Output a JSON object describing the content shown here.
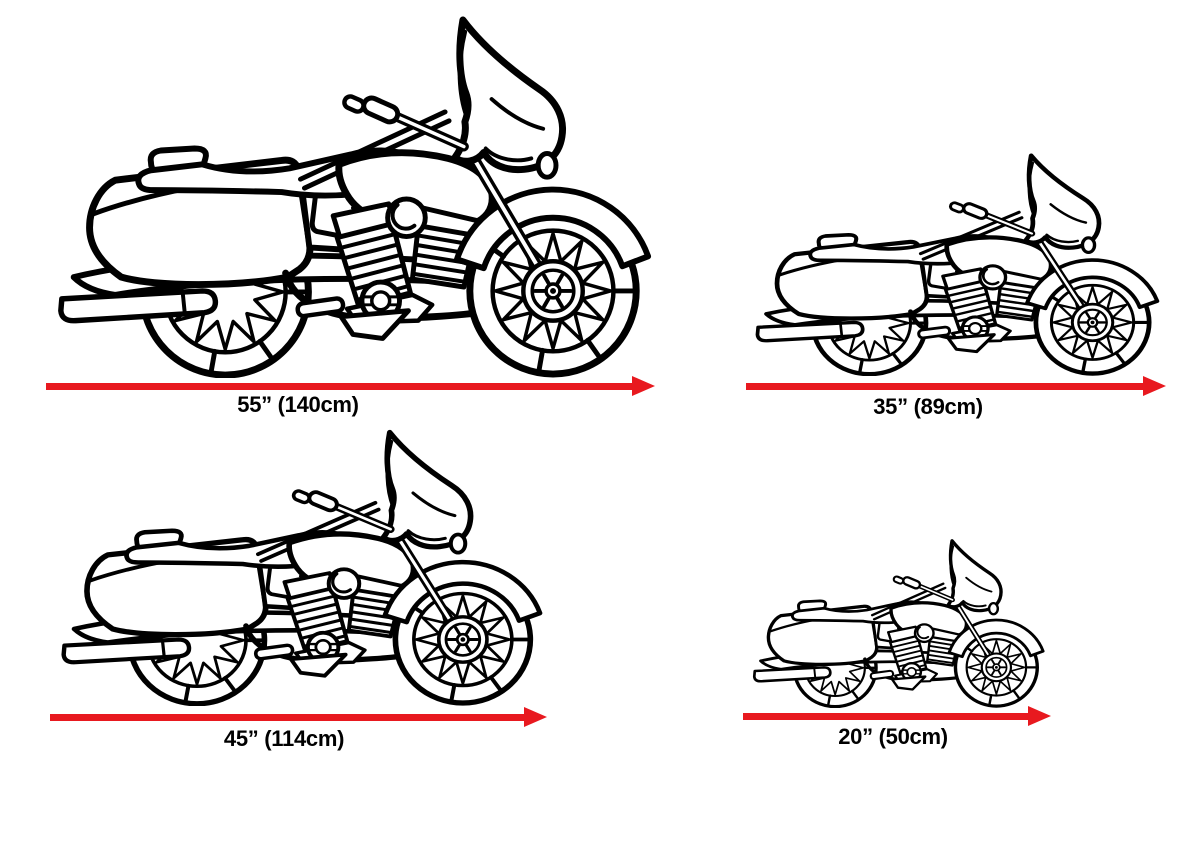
{
  "diagram": {
    "kind": "motorcycle-size-comparison",
    "illustration_icon": "motorcycle-line-art-icon",
    "background": "#ffffff"
  },
  "colors": {
    "arrow_red": "#e8191f",
    "line_ink": "#000000"
  },
  "measurements": [
    {
      "position": "top-left",
      "label": "55” (140cm)",
      "inches": 55,
      "cm": 140
    },
    {
      "position": "top-right",
      "label": "35” (89cm)",
      "inches": 35,
      "cm": 89
    },
    {
      "position": "bottom-left",
      "label": "45” (114cm)",
      "inches": 45,
      "cm": 114
    },
    {
      "position": "bottom-right",
      "label": "20” (50cm)",
      "inches": 20,
      "cm": 50
    }
  ]
}
